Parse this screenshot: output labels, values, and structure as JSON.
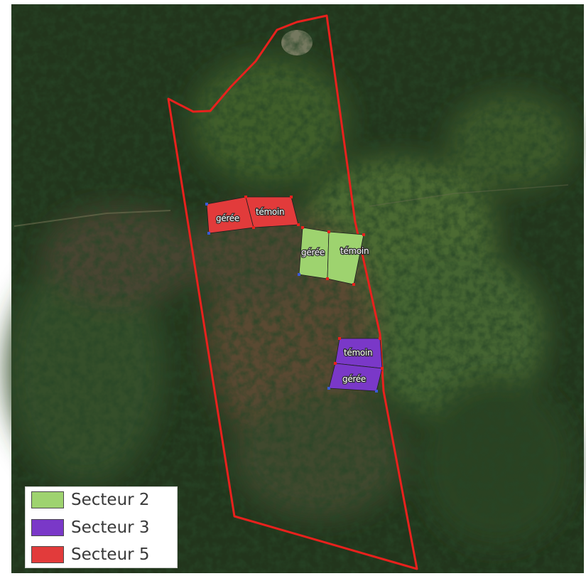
{
  "map": {
    "colors": {
      "boundary": "#e8211d",
      "secteur2": "#9ed36f",
      "secteur3": "#7a38c8",
      "secteur5": "#e23b3b",
      "vertex_red": "#e8211d",
      "vertex_blue": "#3b5bd6"
    },
    "plots": {
      "s5_geree": "gérée",
      "s5_temoin": "témoin",
      "s2_geree": "gérée",
      "s2_temoin": "témoin",
      "s3_temoin": "témoin",
      "s3_geree": "gérée"
    }
  },
  "legend": {
    "items": [
      {
        "label": "Secteur 2",
        "color": "#9ed36f"
      },
      {
        "label": "Secteur 3",
        "color": "#7a38c8"
      },
      {
        "label": "Secteur 5",
        "color": "#e23b3b"
      }
    ]
  }
}
